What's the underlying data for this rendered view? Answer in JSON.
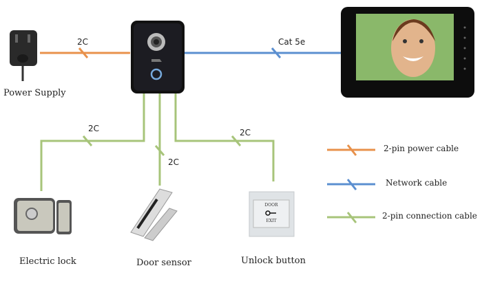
{
  "colors": {
    "power": "#E8914B",
    "network": "#5B8FD0",
    "connection": "#A7C47A"
  },
  "devices": {
    "power_supply": "Power Supply",
    "electric_lock": "Electric lock",
    "door_sensor": "Door sensor",
    "unlock_button": "Unlock button",
    "unlock_button_top": "DOOR",
    "unlock_button_bottom": "EXIT"
  },
  "wires": {
    "power": "2C",
    "network": "Cat 5e",
    "lock": "2C",
    "sensor": "2C",
    "button": "2C"
  },
  "legend": [
    {
      "label": "2-pin power cable",
      "color": "#E8914B"
    },
    {
      "label": "Network cable",
      "color": "#5B8FD0"
    },
    {
      "label": "2-pin connection cable",
      "color": "#A7C47A"
    }
  ]
}
